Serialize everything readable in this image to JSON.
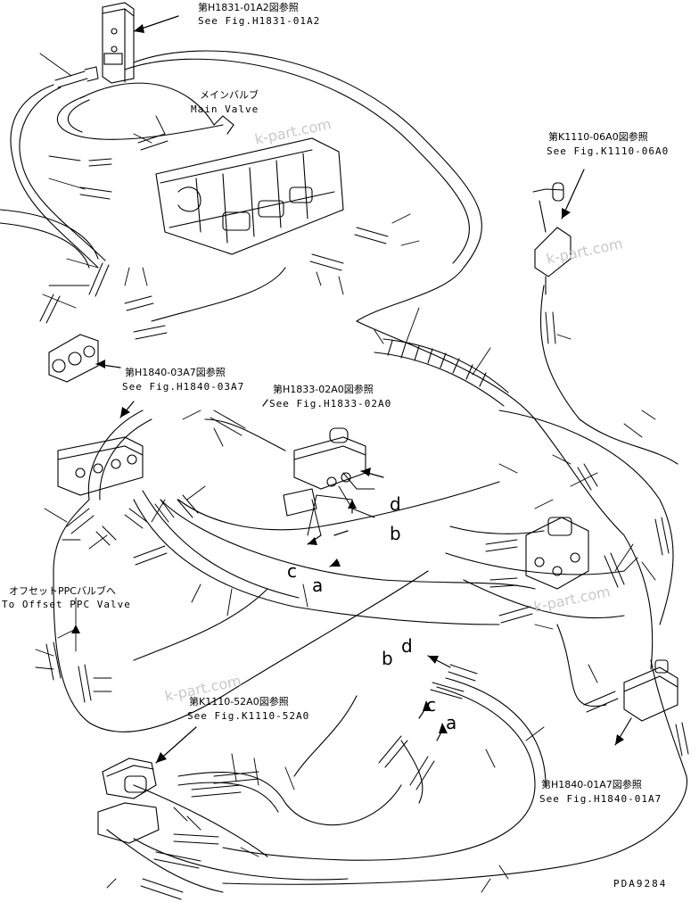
{
  "refs": {
    "h1831": {
      "jp": "第H1831-01A2図参照",
      "en": "See Fig.H1831-01A2"
    },
    "main_valve": {
      "jp": "メインバルブ",
      "en": "Main Valve"
    },
    "k1110_06": {
      "jp": "第K1110-06A0図参照",
      "en": "See Fig.K1110-06A0"
    },
    "h1840_03": {
      "jp": "第H1840-03A7図参照",
      "en": "See Fig.H1840-03A7"
    },
    "h1833": {
      "jp": "第H1833-02A0図参照",
      "en": "See Fig.H1833-02A0"
    },
    "offset_ppc": {
      "jp": "オフセットPPCバルブへ",
      "en": "To Offset PPC Valve"
    },
    "k1110_52": {
      "jp": "第K1110-52A0図参照",
      "en": "See Fig.K1110-52A0"
    },
    "h1840_01": {
      "jp": "第H1840-01A7図参照",
      "en": "See Fig.H1840-01A7"
    }
  },
  "letters": {
    "d1": "d",
    "b1": "b",
    "c1": "c",
    "a1": "a",
    "b2": "b",
    "d2": "d",
    "c2": "c",
    "a2": "a"
  },
  "watermark": "k-part.com",
  "drawing_code": "PDA9284",
  "colors": {
    "ink": "#000000",
    "watermark": "#c8c8c8",
    "paper": "#ffffff"
  }
}
